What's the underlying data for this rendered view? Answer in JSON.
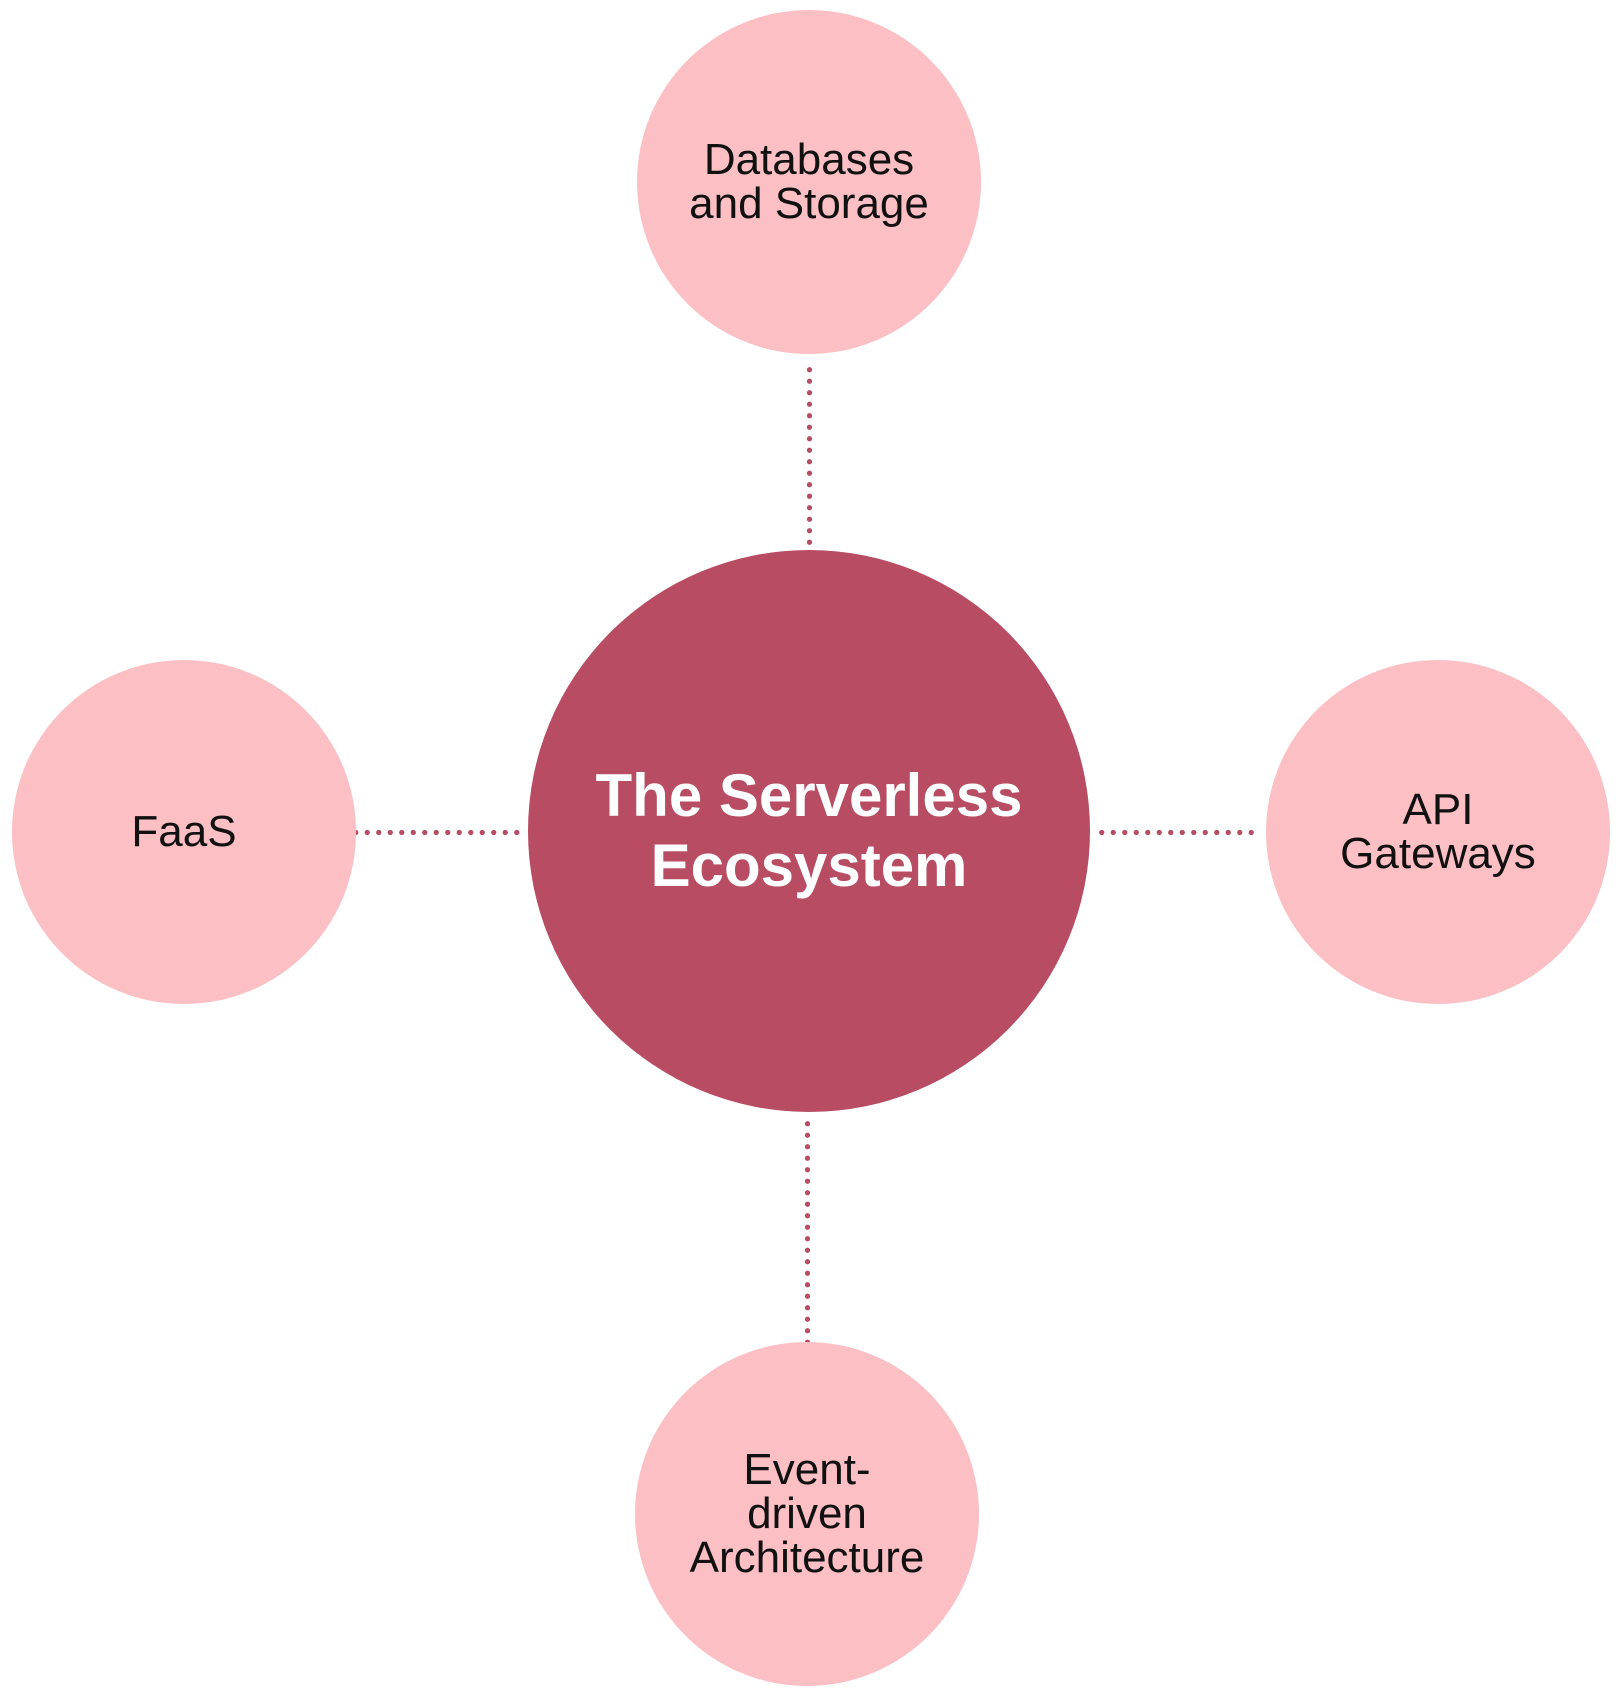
{
  "diagram": {
    "type": "hub-and-spoke",
    "center": {
      "label": "The Serverless\nEcosystem"
    },
    "nodes": [
      {
        "position": "top",
        "label": "Databases\nand Storage"
      },
      {
        "position": "left",
        "label": "FaaS"
      },
      {
        "position": "right",
        "label": "API\nGateways"
      },
      {
        "position": "bottom",
        "label": "Event-\ndriven\nArchitecture"
      }
    ],
    "connector_style": "dotted"
  },
  "colors": {
    "center_fill": "#B74C63",
    "node_fill": "#FCBFC4",
    "connector": "#B74C63",
    "center_text": "#FFFFFF",
    "node_text": "#111111"
  }
}
